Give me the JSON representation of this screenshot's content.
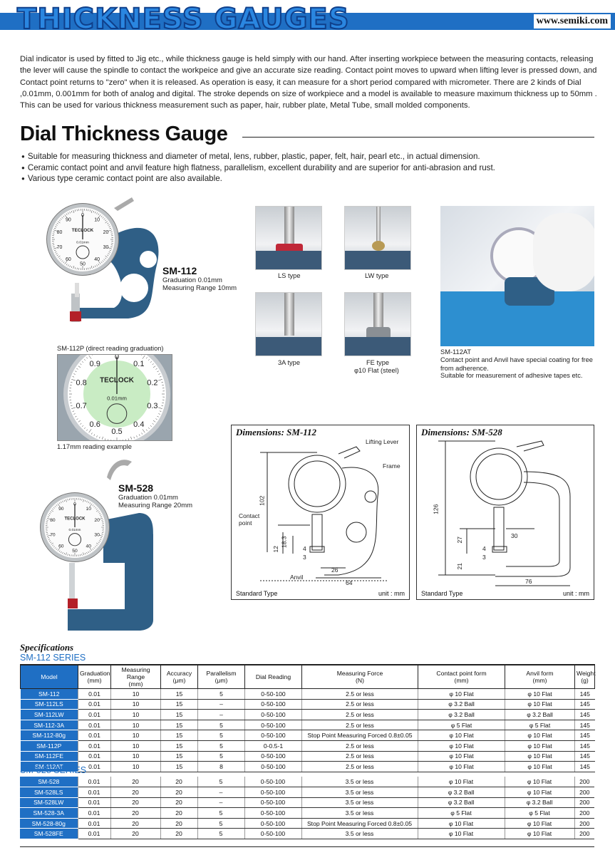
{
  "header": {
    "title": "THICKNESS GAUGES",
    "url": "www.semiki.com"
  },
  "intro": "Dial indicator is used by fitted to Jig etc., while thickness gauge is held simply with our hand.  After inserting workpiece between the measuring contacts, releasing the lever will cause the spindle to contact the workpeice and give an accurate size reading. Contact point moves to upward when lifting lever is pressed down, and Contact point returns to \"zero\" when it is released. As operation is easy, it can measure for a short period compared with micrometer. There are 2 kinds of Dial ,0.01mm, 0.001mm for both of analog and digital. The stroke depends on size of workpiece and a model is available to measure maximum thickness up to 50mm . This can be used for various thickness measurement such as paper, hair, rubber plate, Metal Tube, small molded components.",
  "section": {
    "title": "Dial Thickness Gauge",
    "bullets": [
      "Suitable for measuring thickness and diameter of metal, lens, rubber, plastic, paper, felt, hair, pearl etc., in actual dimension.",
      "Ceramic contact point and anvil feature high flatness, parallelism, excellent durability and are superior for anti-abrasion and rust.",
      "Various type ceramic contact point are also available."
    ]
  },
  "products": {
    "sm112": {
      "name": "SM-112",
      "graduation": "Graduation 0.01mm",
      "range": "Measuring Range 10mm"
    },
    "sm112p": {
      "caption": "SM-112P (direct reading graduation)",
      "reading": "1.17mm reading example"
    },
    "sm528": {
      "name": "SM-528",
      "graduation": "Graduation 0.01mm",
      "range": "Measuring Range 20mm"
    },
    "tips": [
      {
        "label": "LS type"
      },
      {
        "label": "LW type"
      },
      {
        "label": "3A type"
      },
      {
        "label": "FE type",
        "sub": "φ10 Flat (steel)"
      }
    ],
    "sm112at": {
      "name": "SM-112AT",
      "line1": "Contact point and Anvil have special coating for free from adherence.",
      "line2": "Suitable for measurement of adhesive tapes etc."
    },
    "dial_brand": "TECLOCK",
    "dial_unit": "0.01mm",
    "dial_numbers": [
      "0",
      "10",
      "20",
      "30",
      "40",
      "50",
      "60",
      "70",
      "80",
      "90"
    ],
    "dial_p_numbers": [
      "0",
      "0.1",
      "0.2",
      "0.3",
      "0.4",
      "0.5",
      "0.6",
      "0.7",
      "0.8",
      "0.9"
    ]
  },
  "dims": {
    "sm112": {
      "title": "Dimensions: SM-112",
      "lifting_lever": "Lifting Lever",
      "frame": "Frame",
      "contact_point": "Contact point",
      "anvil": "Anvil",
      "d102": "102",
      "d18": "18.3",
      "d12": "12",
      "d4": "4",
      "d3": "3",
      "d26": "26",
      "d64": "64",
      "standard": "Standard Type",
      "unit": "unit : mm"
    },
    "sm528": {
      "title": "Dimensions: SM-528",
      "d126": "126",
      "d27": "27",
      "d4": "4",
      "d3": "3",
      "d21": "21",
      "d30": "30",
      "d76": "76",
      "standard": "Standard Type",
      "unit": "unit : mm"
    }
  },
  "specs": {
    "title": "Specifications",
    "headers": [
      "Model",
      "Graduation\n(mm)",
      "Measuring Range\n(mm)",
      "Accuracy\n(μm)",
      "Parallelism\n(μm)",
      "Dial Reading",
      "Measuring Force\n(N)",
      "Contact point form\n(mm)",
      "Anvil form\n(mm)",
      "Weight\n(g)"
    ],
    "series": [
      {
        "name": "SM-112 SERIES",
        "rows": [
          [
            "SM-112",
            "0.01",
            "10",
            "15",
            "5",
            "0-50-100",
            "2.5 or less",
            "φ 10 Flat",
            "φ 10 Flat",
            "145"
          ],
          [
            "SM-112LS",
            "0.01",
            "10",
            "15",
            "–",
            "0-50-100",
            "2.5 or less",
            "φ 3.2 Ball",
            "φ 10 Flat",
            "145"
          ],
          [
            "SM-112LW",
            "0.01",
            "10",
            "15",
            "–",
            "0-50-100",
            "2.5 or less",
            "φ 3.2 Ball",
            "φ 3.2 Ball",
            "145"
          ],
          [
            "SM-112-3A",
            "0.01",
            "10",
            "15",
            "5",
            "0-50-100",
            "2.5 or less",
            "φ 5 Flat",
            "φ 5 Flat",
            "145"
          ],
          [
            "SM-112-80g",
            "0.01",
            "10",
            "15",
            "5",
            "0-50-100",
            "Stop Point Measuring Forced 0.8±0.05",
            "φ 10 Flat",
            "φ 10 Flat",
            "145"
          ],
          [
            "SM-112P",
            "0.01",
            "10",
            "15",
            "5",
            "0-0.5-1",
            "2.5 or less",
            "φ 10 Flat",
            "φ 10 Flat",
            "145"
          ],
          [
            "SM-112FE",
            "0.01",
            "10",
            "15",
            "5",
            "0-50-100",
            "2.5 or less",
            "φ 10 Flat",
            "φ 10 Flat",
            "145"
          ],
          [
            "SM-112AT",
            "0.01",
            "10",
            "15",
            "8",
            "0-50-100",
            "2.5 or less",
            "φ 10 Flat",
            "φ 10 Flat",
            "145"
          ]
        ]
      },
      {
        "name": "SM-528 SERIES",
        "rows": [
          [
            "SM-528",
            "0.01",
            "20",
            "20",
            "5",
            "0-50-100",
            "3.5 or less",
            "φ 10 Flat",
            "φ 10 Flat",
            "200"
          ],
          [
            "SM-528LS",
            "0.01",
            "20",
            "20",
            "–",
            "0-50-100",
            "3.5 or less",
            "φ 3.2 Ball",
            "φ 10 Flat",
            "200"
          ],
          [
            "SM-528LW",
            "0.01",
            "20",
            "20",
            "–",
            "0-50-100",
            "3.5 or less",
            "φ 3.2 Ball",
            "φ 3.2 Ball",
            "200"
          ],
          [
            "SM-528-3A",
            "0.01",
            "20",
            "20",
            "5",
            "0-50-100",
            "3.5 or less",
            "φ 5 Flat",
            "φ 5 Flat",
            "200"
          ],
          [
            "SM-528-80g",
            "0.01",
            "20",
            "20",
            "5",
            "0-50-100",
            "Stop Point Measuring Forced 0.8±0.05",
            "φ 10 Flat",
            "φ 10 Flat",
            "200"
          ],
          [
            "SM-528FE",
            "0.01",
            "20",
            "20",
            "5",
            "0-50-100",
            "3.5 or less",
            "φ 10 Flat",
            "φ 10 Flat",
            "200"
          ]
        ]
      }
    ]
  },
  "colors": {
    "brand_blue": "#1f6fc4",
    "frame_blue": "#2f5f86"
  }
}
